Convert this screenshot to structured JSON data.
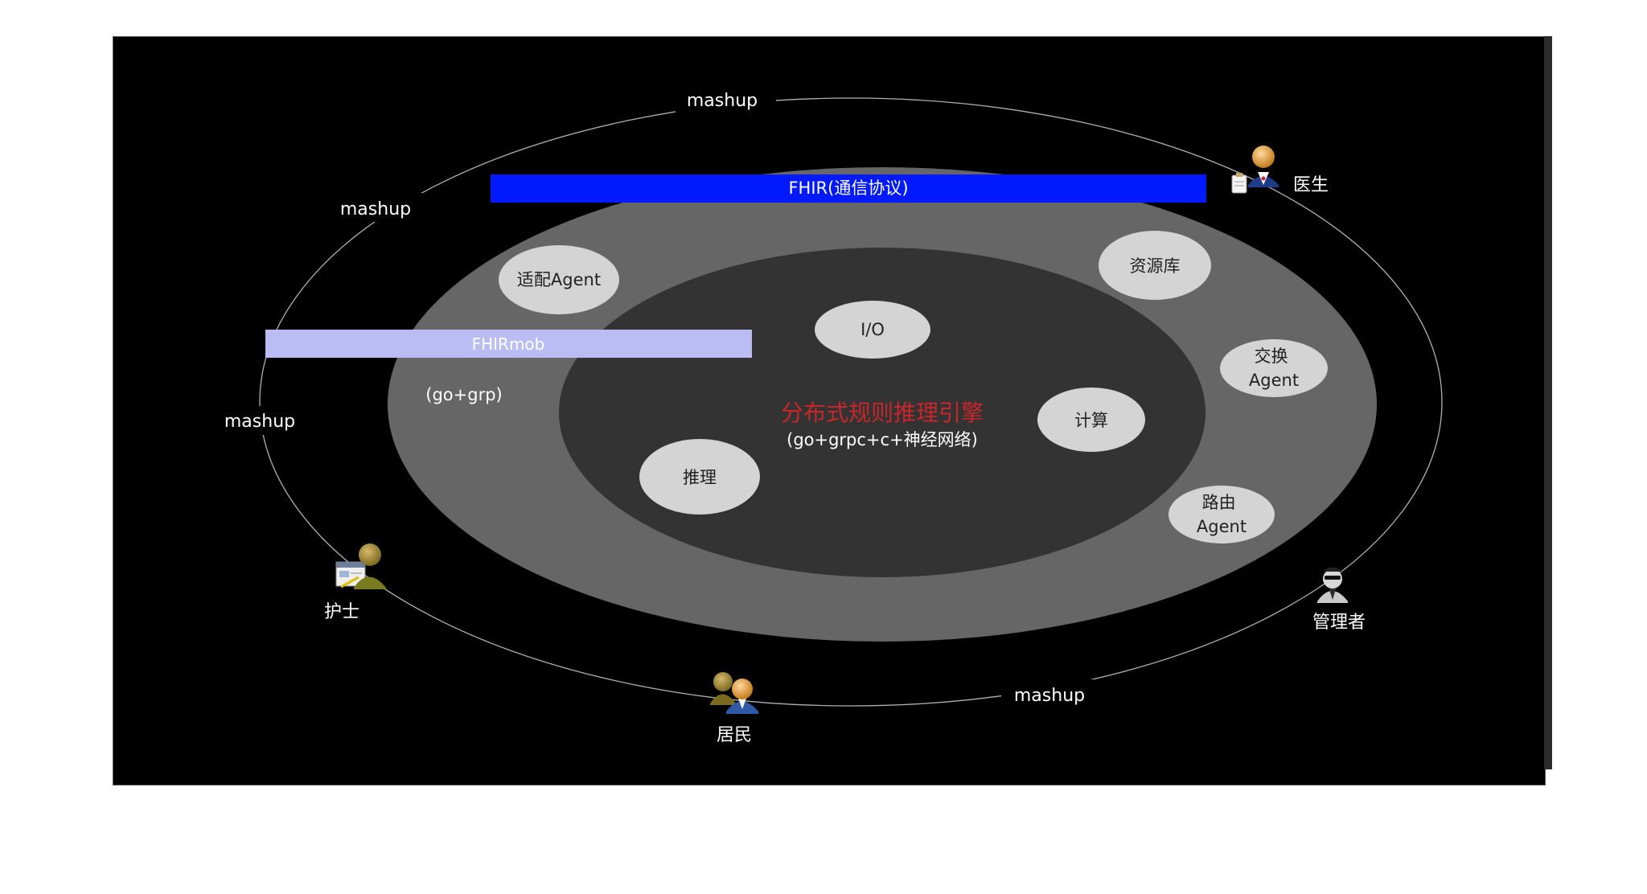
{
  "diagram": {
    "engine_title": "分布式规则推理引擎",
    "engine_subtitle": "(go+grpc+c+神经网络)",
    "middle_ring_note": "(go+grp)",
    "bars": {
      "fhir": "FHIR(通信协议)",
      "fhirmob": "FHIRmob"
    },
    "modules": {
      "adapter_agent": "适配Agent",
      "resource_store": "资源库",
      "io": "I/O",
      "exchange_agent": [
        "交换",
        "Agent"
      ],
      "compute": "计算",
      "reasoning": "推理",
      "routing_agent": [
        "路由",
        "Agent"
      ]
    },
    "mashup_labels": [
      "mashup",
      "mashup",
      "mashup",
      "mashup"
    ],
    "actors": {
      "doctor": "医生",
      "nurse": "护士",
      "resident": "居民",
      "manager": "管理者"
    }
  },
  "icons": {
    "doctor": "doctor-icon",
    "nurse": "nurse-icon",
    "resident": "residents-icon",
    "manager": "manager-icon"
  },
  "colors": {
    "fhir_bar": "#0019ff",
    "fhirmob_bar": "#bcbcf4",
    "engine_title": "#c8262b",
    "outer_ring": "#666666",
    "inner_ring": "#333333",
    "module_fill": "#d4d4d4"
  }
}
